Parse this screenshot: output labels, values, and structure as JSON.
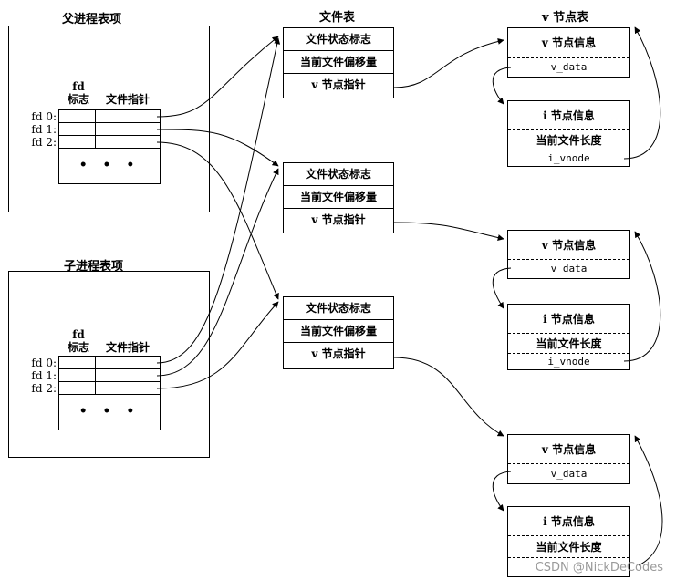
{
  "parent": {
    "title": "父进程表项",
    "fd_head_line1": "fd",
    "fd_head_line2": "标志",
    "ptr_head": "文件指针",
    "fds": [
      "fd 0:",
      "fd 1:",
      "fd 2:"
    ],
    "dots": "• • •"
  },
  "child": {
    "title": "子进程表项",
    "fd_head_line1": "fd",
    "fd_head_line2": "标志",
    "ptr_head": "文件指针",
    "fds": [
      "fd 0:",
      "fd 1:",
      "fd 2:"
    ],
    "dots": "• • •"
  },
  "file_table": {
    "title": "文件表",
    "entries": [
      {
        "status": "文件状态标志",
        "offset": "当前文件偏移量",
        "vptr": "v 节点指针"
      },
      {
        "status": "文件状态标志",
        "offset": "当前文件偏移量",
        "vptr": "v 节点指针"
      },
      {
        "status": "文件状态标志",
        "offset": "当前文件偏移量",
        "vptr": "v 节点指针"
      }
    ]
  },
  "vnode_table": {
    "title": "v 节点表",
    "vnodes": [
      {
        "info": "v 节点信息",
        "data": "v_data"
      },
      {
        "info": "v 节点信息",
        "data": "v_data"
      },
      {
        "info": "v 节点信息",
        "data": "v_data"
      }
    ],
    "inodes": [
      {
        "info": "i 节点信息",
        "size": "当前文件长度",
        "vnode": "i_vnode"
      },
      {
        "info": "i 节点信息",
        "size": "当前文件长度",
        "vnode": "i_vnode"
      },
      {
        "info": "i 节点信息",
        "size": "当前文件长度",
        "vnode": ""
      }
    ]
  },
  "watermark": "CSDN @NickDeCodes"
}
